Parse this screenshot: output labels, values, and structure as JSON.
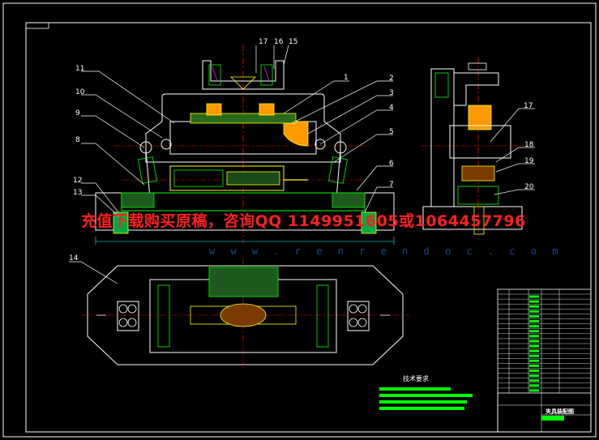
{
  "watermark": {
    "text": "充值下载购买原稿，咨询QQ 1149951605或1064457796",
    "url": "w w w . r e n r e n d o c . c o m"
  },
  "part_numbers": [
    "1",
    "2",
    "3",
    "4",
    "5",
    "6",
    "7",
    "8",
    "9",
    "10",
    "11",
    "12",
    "13",
    "14",
    "15",
    "16",
    "17",
    "17",
    "18",
    "19",
    "20"
  ],
  "technical_requirements": {
    "title": "技术要求"
  },
  "title_block": {
    "title": "夹具装配图"
  },
  "colors": {
    "background": "#000000",
    "frame": "#ffffff",
    "outline": "#ffff00",
    "green": "#00ff00",
    "red_center": "#ff0000",
    "magenta": "#ff00ff",
    "cyan": "#00ffff",
    "orange": "#ff9900",
    "watermark": "#ff2020"
  }
}
